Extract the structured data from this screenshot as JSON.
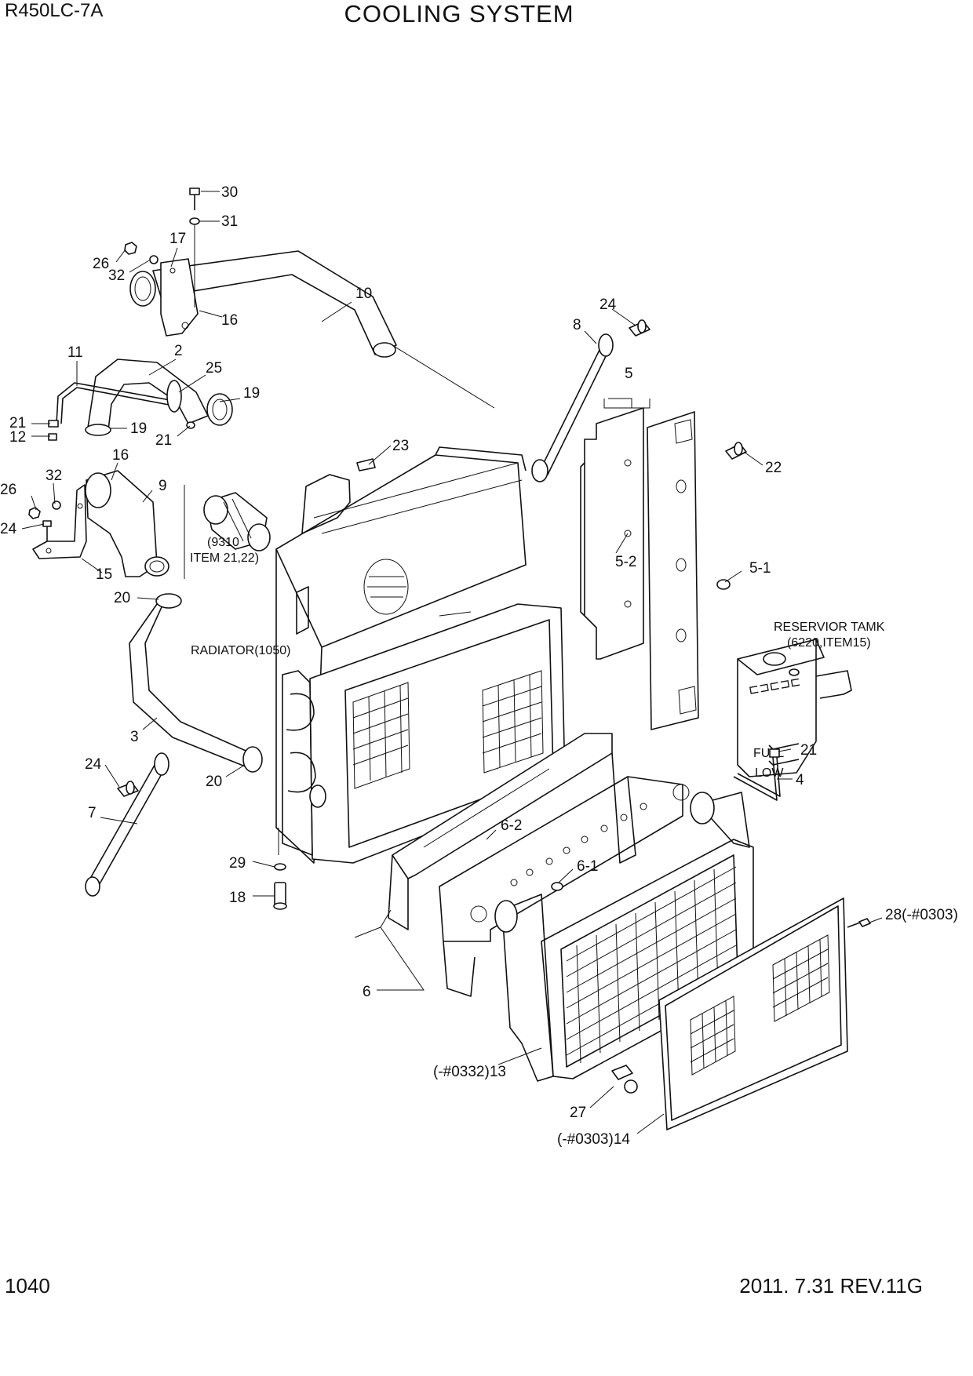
{
  "header": {
    "model": "R450LC-7A",
    "title": "COOLING SYSTEM"
  },
  "footer": {
    "page_number": "1040",
    "revision": "2011. 7.31  REV.11G"
  },
  "callouts": [
    {
      "id": "c30",
      "text": "30"
    },
    {
      "id": "c31",
      "text": "31"
    },
    {
      "id": "c17",
      "text": "17"
    },
    {
      "id": "c26a",
      "text": "26"
    },
    {
      "id": "c32a",
      "text": "32"
    },
    {
      "id": "c10",
      "text": "10"
    },
    {
      "id": "c16a",
      "text": "16"
    },
    {
      "id": "c24a",
      "text": "24"
    },
    {
      "id": "c8",
      "text": "8"
    },
    {
      "id": "c11",
      "text": "11"
    },
    {
      "id": "c2",
      "text": "2"
    },
    {
      "id": "c25",
      "text": "25"
    },
    {
      "id": "c19a",
      "text": "19"
    },
    {
      "id": "c21a",
      "text": "21"
    },
    {
      "id": "c19b",
      "text": "19"
    },
    {
      "id": "c12",
      "text": "12"
    },
    {
      "id": "c21b",
      "text": "21"
    },
    {
      "id": "c5",
      "text": "5"
    },
    {
      "id": "c23",
      "text": "23"
    },
    {
      "id": "c22",
      "text": "22"
    },
    {
      "id": "c16b",
      "text": "16"
    },
    {
      "id": "c32b",
      "text": "32"
    },
    {
      "id": "c9",
      "text": "9"
    },
    {
      "id": "c26b",
      "text": "26"
    },
    {
      "id": "c24b",
      "text": "24"
    },
    {
      "id": "c15",
      "text": "15"
    },
    {
      "id": "c52",
      "text": "5-2"
    },
    {
      "id": "c51",
      "text": "5-1"
    },
    {
      "id": "c20a",
      "text": "20"
    },
    {
      "id": "c3",
      "text": "3"
    },
    {
      "id": "c21c",
      "text": "21"
    },
    {
      "id": "c4",
      "text": "4"
    },
    {
      "id": "c24c",
      "text": "24"
    },
    {
      "id": "c20b",
      "text": "20"
    },
    {
      "id": "c7",
      "text": "7"
    },
    {
      "id": "c62",
      "text": "6-2"
    },
    {
      "id": "c29",
      "text": "29"
    },
    {
      "id": "c61",
      "text": "6-1"
    },
    {
      "id": "c18",
      "text": "18"
    },
    {
      "id": "c28",
      "text": "28(-#0303)"
    },
    {
      "id": "c6",
      "text": "6"
    },
    {
      "id": "c13",
      "text": "(-#0332)13"
    },
    {
      "id": "c27",
      "text": "27"
    },
    {
      "id": "c14",
      "text": "(-#0303)14"
    }
  ],
  "notes": {
    "hose_ref_line1": "(9310",
    "hose_ref_line2": "ITEM 21,22)",
    "radiator": "RADIATOR(1050)",
    "reservoir_line1": "RESERVIOR TAMK",
    "reservoir_line2": "(6220,ITEM15)",
    "tank_full": "FULL",
    "tank_low": "LOW"
  }
}
